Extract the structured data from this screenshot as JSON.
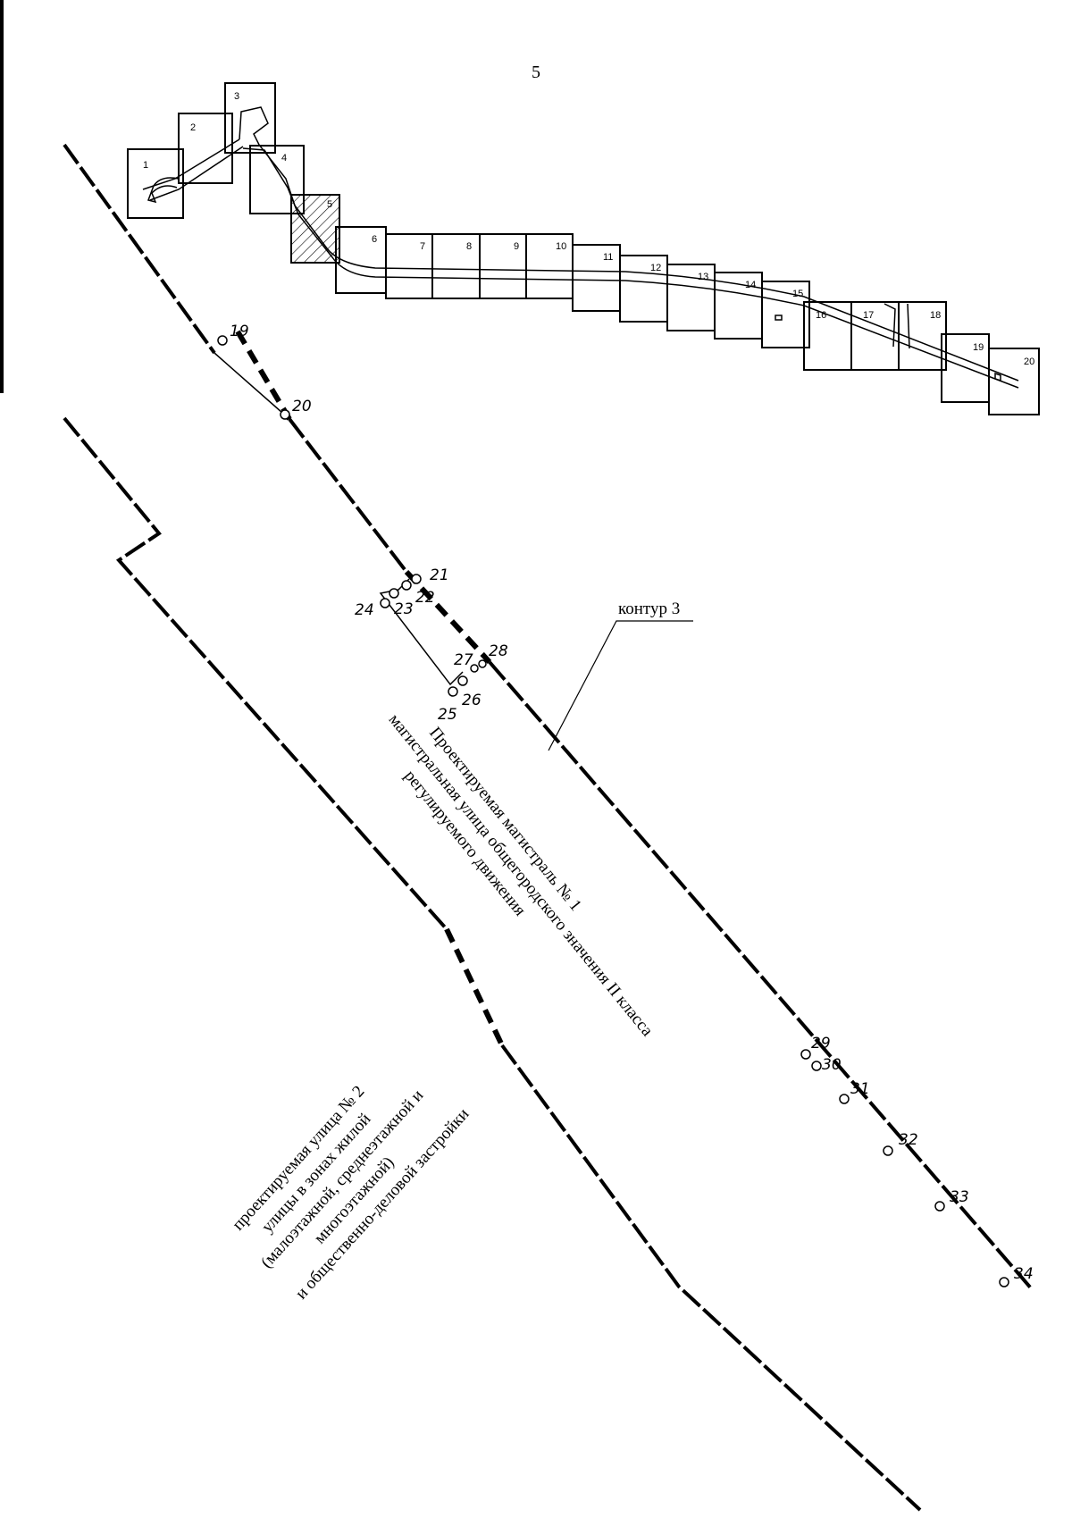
{
  "page_number": "5",
  "contour_label": "контур 3",
  "sheets": [
    "1",
    "2",
    "3",
    "4",
    "5",
    "6",
    "7",
    "8",
    "9",
    "10",
    "11",
    "12",
    "13",
    "14",
    "15",
    "16",
    "17",
    "18",
    "19",
    "20"
  ],
  "points": [
    "19",
    "20",
    "21",
    "22",
    "23",
    "24",
    "25",
    "26",
    "27",
    "28",
    "29",
    "30",
    "31",
    "32",
    "33",
    "34"
  ],
  "street1": {
    "line1": "Проектируемая магистраль № 1",
    "line2": "магистральная улица общегородского значения II класса",
    "line3": "регулируемого движения"
  },
  "street2": {
    "line1": "проектируемая улица № 2",
    "line2": "улицы в зонах жилой",
    "line3": "(малоэтажной, среднеэтажной и",
    "line4": "многоэтажной)",
    "line5": "и общественно-деловой застройки"
  }
}
